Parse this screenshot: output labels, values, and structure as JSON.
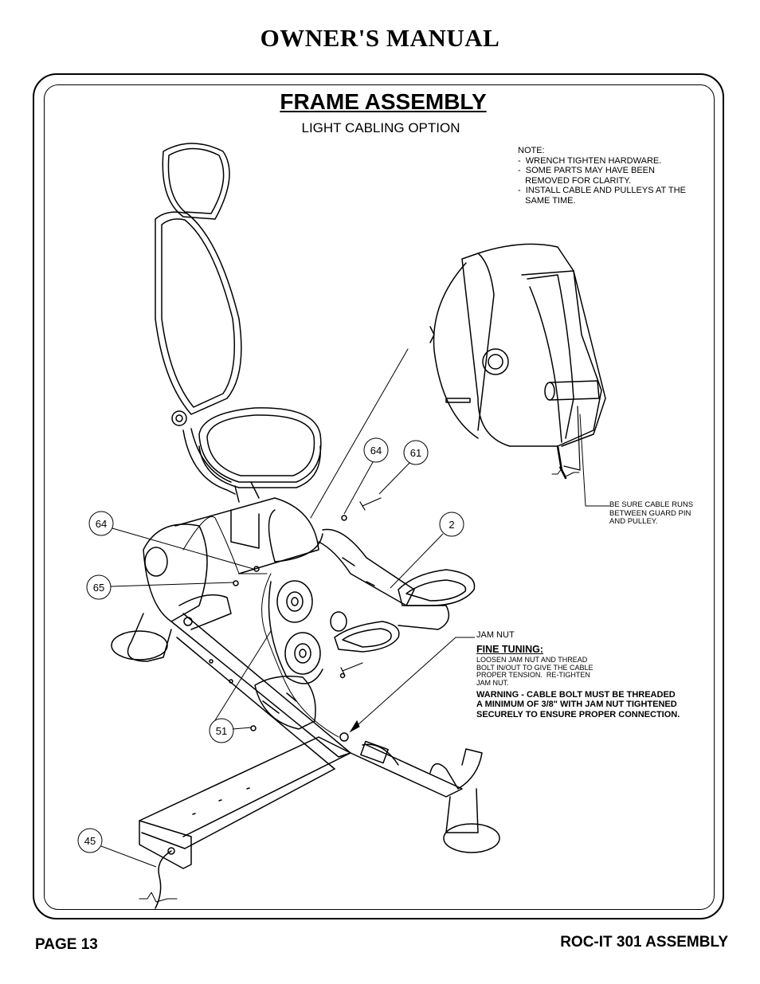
{
  "header": {
    "title": "OWNER'S MANUAL"
  },
  "section": {
    "title": "FRAME ASSEMBLY",
    "subtitle": "LIGHT CABLING OPTION"
  },
  "note": {
    "lines": [
      "NOTE:",
      "-  WRENCH TIGHTEN HARDWARE.",
      "-  SOME PARTS MAY HAVE BEEN",
      "   REMOVED FOR CLARITY.",
      "-  INSTALL CABLE AND PULLEYS AT THE",
      "   SAME TIME."
    ]
  },
  "guard_callout": {
    "lines": [
      "BE SURE CABLE RUNS",
      "BETWEEN GUARD PIN",
      "AND PULLEY."
    ]
  },
  "jam_nut": {
    "label": "JAM NUT"
  },
  "fine_tuning": {
    "title": "FINE TUNING:",
    "lines": [
      "LOOSEN JAM NUT AND THREAD",
      "BOLT IN/OUT TO GIVE THE CABLE",
      "PROPER TENSION.  RE-TIGHTEN",
      "JAM NUT."
    ],
    "warning": [
      "WARNING - CABLE BOLT MUST BE THREADED",
      "A MINIMUM OF 3/8\" WITH JAM NUT TIGHTENED",
      "SECURELY TO ENSURE PROPER CONNECTION."
    ]
  },
  "part_balloons": [
    "64",
    "61",
    "64",
    "2",
    "65",
    "51",
    "45"
  ],
  "footer": {
    "page": "PAGE 13",
    "doc": "ROC-IT 301 ASSEMBLY"
  }
}
